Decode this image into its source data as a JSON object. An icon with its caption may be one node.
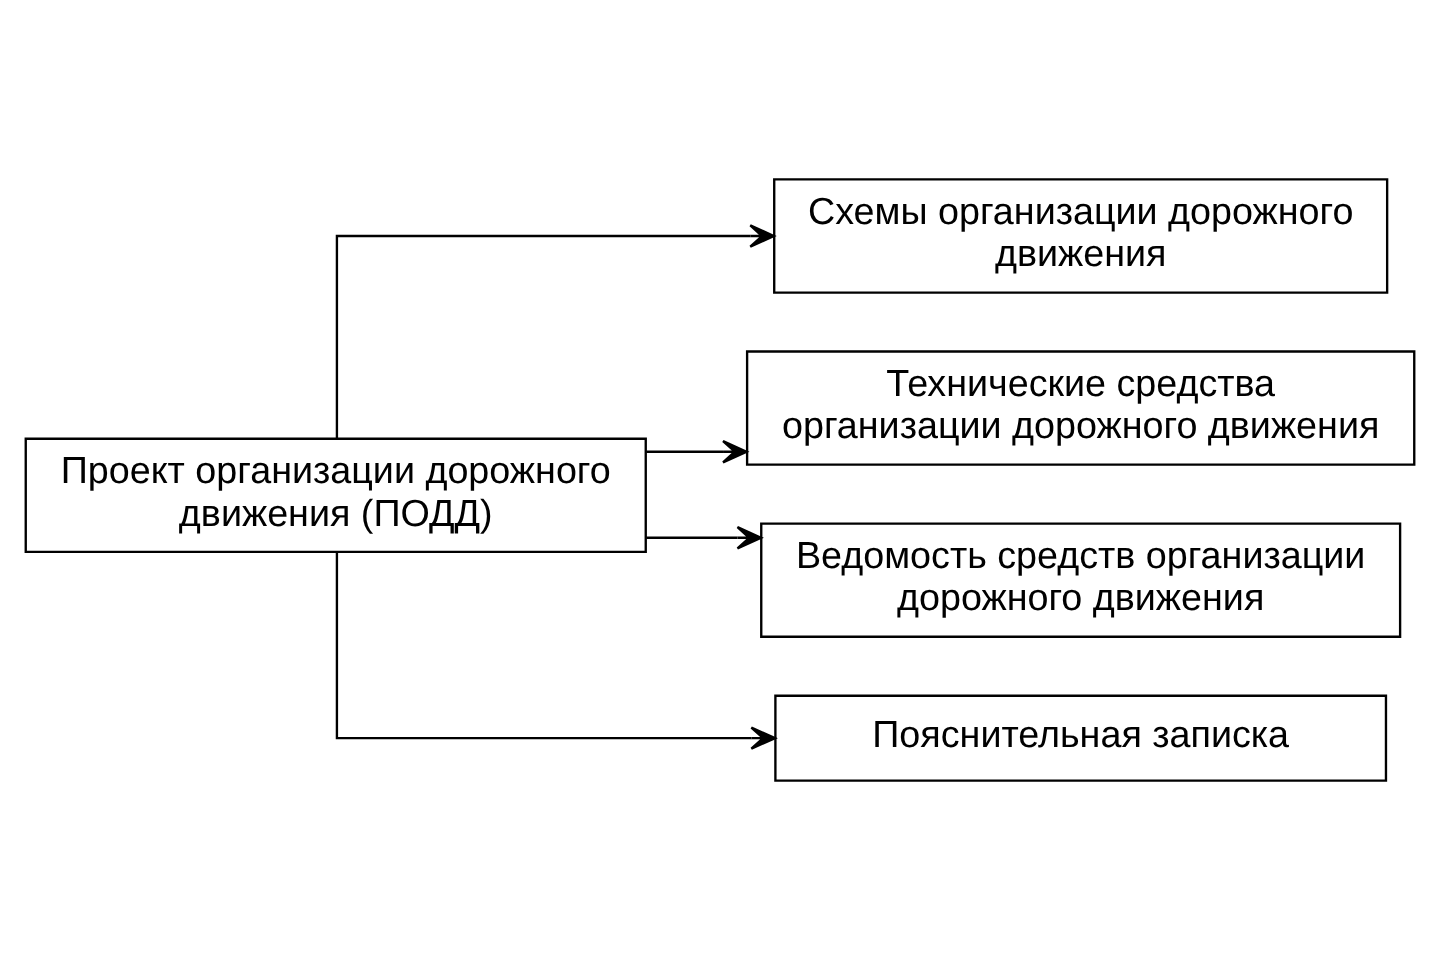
{
  "diagram": {
    "nodes": [
      {
        "text": [
          "Проект организации дорожного движения (ПОДД)"
        ]
      },
      {
        "text": [
          "Схемы организации дорожного движения"
        ]
      },
      {
        "text": [
          "Технические средства организации дорожного движения"
        ]
      },
      {
        "text": [
          "Ведомость средств организации дорожного движения"
        ]
      },
      {
        "text": [
          "Пояснительная записка"
        ]
      }
    ],
    "edges": [
      {
        "from": 0,
        "to": 1,
        "arrow": "to"
      },
      {
        "from": 0,
        "to": 2,
        "arrow": "to"
      },
      {
        "from": 0,
        "to": 3,
        "arrow": "to"
      },
      {
        "from": 0,
        "to": 4,
        "arrow": "to"
      }
    ]
  }
}
